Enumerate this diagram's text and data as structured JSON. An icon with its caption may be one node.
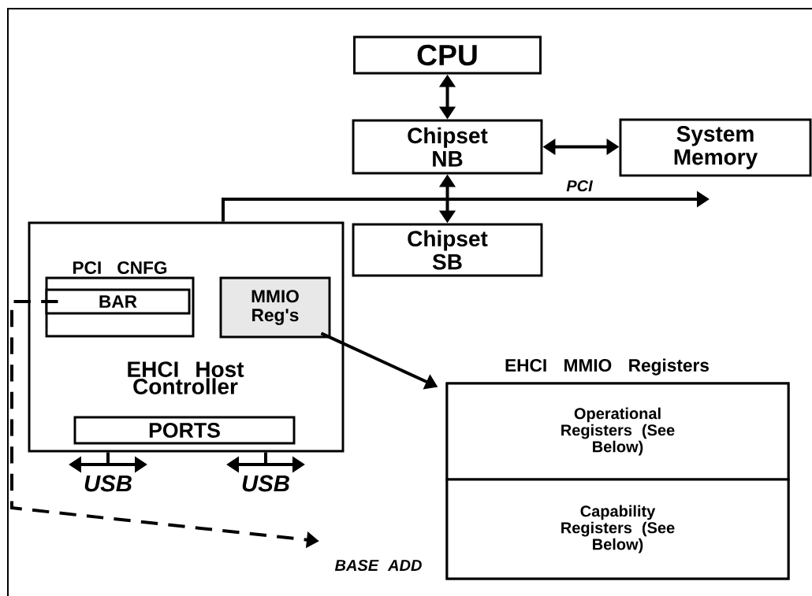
{
  "diagram": {
    "nodes": [
      {
        "text": [
          "CPU"
        ]
      },
      {
        "text": [
          "Chipset NB"
        ]
      },
      {
        "text": [
          "System Memory"
        ]
      },
      {
        "text": [
          "Chipset SB"
        ]
      },
      {
        "text": [
          "EHCI Host Controller"
        ]
      },
      {
        "text": [
          "PCI CNFG"
        ],
        "in": 4
      },
      {
        "text": [
          "BAR"
        ],
        "in": 5
      },
      {
        "text": [
          "MMIO Reg's"
        ],
        "in": 4
      },
      {
        "text": [
          "PORTS"
        ],
        "in": 4
      },
      {
        "text": [
          "EHCI MMIO Registers"
        ]
      },
      {
        "text": [
          "Operational Registers (See Below)"
        ],
        "in": 9
      },
      {
        "text": [
          "Capability Registers (See Below)"
        ],
        "in": 9
      },
      {
        "text": [
          "BASE ADD"
        ]
      }
    ],
    "edges": [
      {
        "from": 0,
        "to": 1,
        "arrow": "both"
      },
      {
        "from": 1,
        "to": 2,
        "arrow": "both"
      },
      {
        "from": 1,
        "to": 3,
        "arrow": "both"
      },
      {
        "from": 4,
        "to": null,
        "arrow": "to",
        "label": "PCI"
      },
      {
        "from": 7,
        "to": 9,
        "arrow": "to"
      },
      {
        "from": 6,
        "to": 12,
        "arrow": "to",
        "style": "dashed"
      },
      {
        "from": 4,
        "to": null,
        "arrow": "to",
        "label": "USB"
      },
      {
        "from": 4,
        "to": null,
        "arrow": "to",
        "label": "USB"
      }
    ]
  }
}
